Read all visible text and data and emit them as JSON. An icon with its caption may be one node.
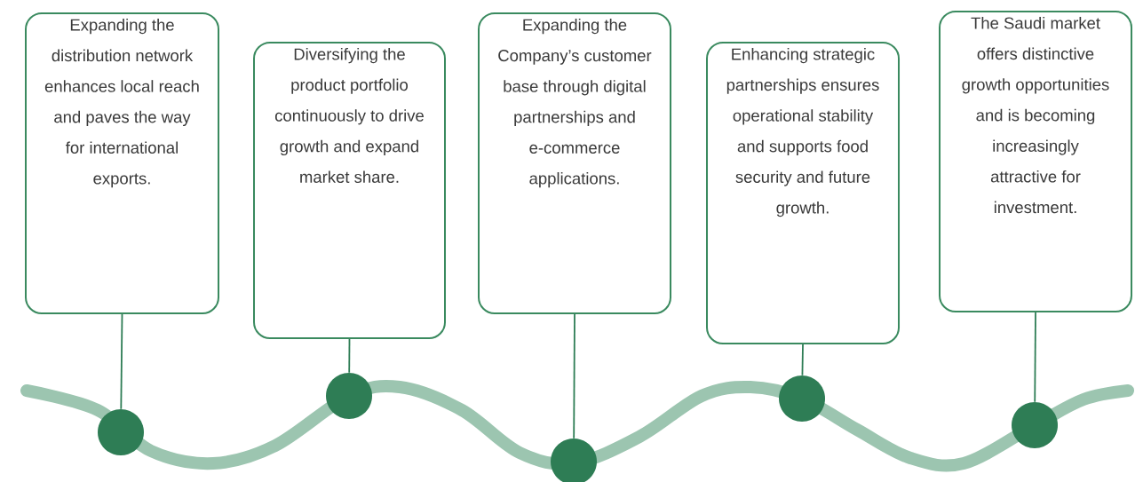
{
  "diagram": {
    "nodes": [
      {
        "text": [
          "Expanding the distribution network enhances local reach and paves the way for international exports."
        ]
      },
      {
        "text": [
          "Diversifying the product portfolio continuously to drive growth and expand market share."
        ]
      },
      {
        "text": [
          "Expanding the Company’s customer base through digital partnerships and e-commerce applications."
        ]
      },
      {
        "text": [
          "Enhancing strategic partnerships ensures operational stability and supports food security and future growth."
        ]
      },
      {
        "text": [
          "The Saudi market offers distinctive growth opportunities and is becoming increasingly attractive for investment."
        ]
      },
      {
        "text": [],
        "shape": "circle"
      },
      {
        "text": [],
        "shape": "circle"
      },
      {
        "text": [],
        "shape": "circle"
      },
      {
        "text": [],
        "shape": "circle"
      },
      {
        "text": [],
        "shape": "circle"
      }
    ],
    "edges": [
      {
        "from": 0,
        "to": 5,
        "arrow": "none"
      },
      {
        "from": 1,
        "to": 6,
        "arrow": "none"
      },
      {
        "from": 2,
        "to": 7,
        "arrow": "none"
      },
      {
        "from": 3,
        "to": 8,
        "arrow": "none"
      },
      {
        "from": 4,
        "to": 9,
        "arrow": "none"
      }
    ]
  }
}
